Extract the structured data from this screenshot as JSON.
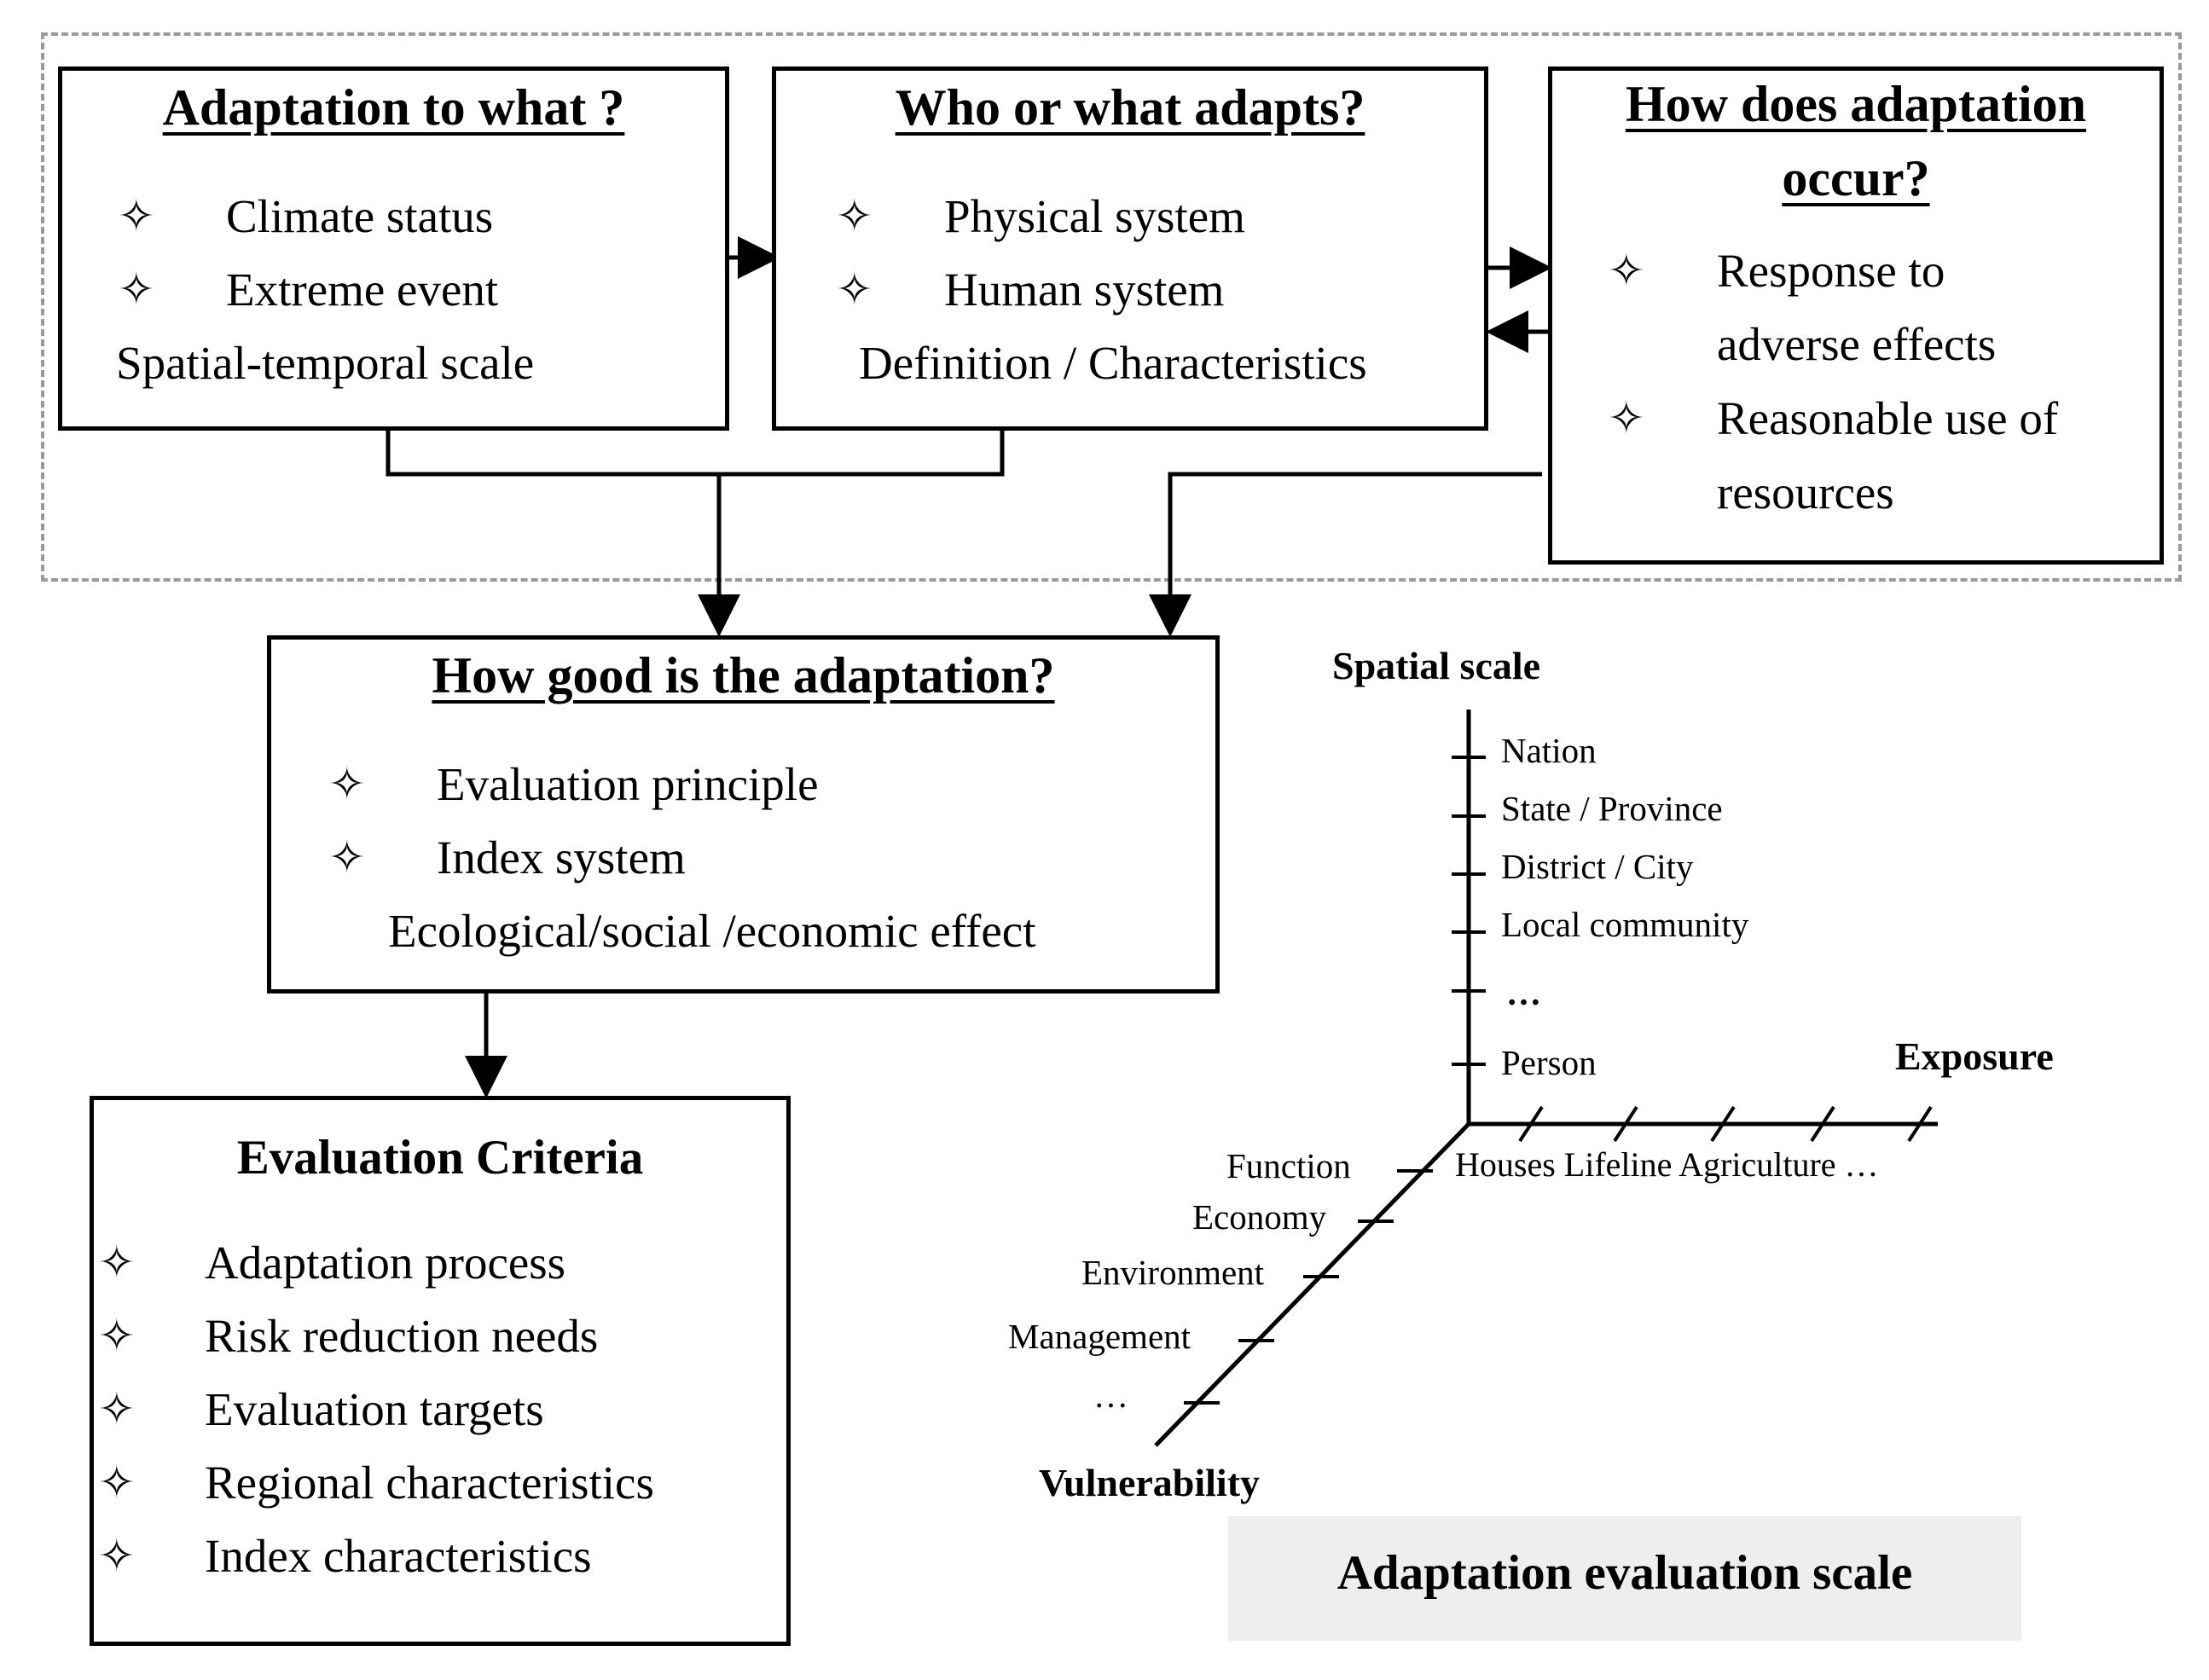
{
  "box1": {
    "title": "Adaptation to what ?",
    "item1": "Climate status",
    "item2": "Extreme event",
    "note": "Spatial-temporal scale"
  },
  "box2": {
    "title": "Who or what adapts?",
    "item1": "Physical system",
    "item2": "Human system",
    "note": "Definition / Characteristics"
  },
  "box3": {
    "title_line1": "How does adaptation",
    "title_line2": "occur?",
    "item1_line1": "Response to",
    "item1_line2": "adverse effects",
    "item2_line1": "Reasonable use of",
    "item2_line2": "resources"
  },
  "box4": {
    "title": "How good is the adaptation?",
    "item1": "Evaluation principle",
    "item2": "Index system",
    "note": "Ecological/social /economic effect"
  },
  "box5": {
    "title": "Evaluation Criteria",
    "items": [
      "Adaptation process",
      "Risk reduction needs",
      "Evaluation targets",
      "Regional characteristics",
      "Index characteristics"
    ]
  },
  "bullet_symbol": "✧",
  "scale": {
    "spatial_label": "Spatial scale",
    "spatial_ticks": [
      "Nation",
      "State / Province",
      "District / City",
      "Local community",
      "…",
      "Person"
    ],
    "exposure_label": "Exposure",
    "exposure_ticks": "Houses Lifeline Agriculture …",
    "vulnerability_label": "Vulnerability",
    "vulnerability_ticks": [
      "Function",
      "Economy",
      "Environment",
      "Management",
      "…"
    ],
    "caption": "Adaptation evaluation scale"
  }
}
